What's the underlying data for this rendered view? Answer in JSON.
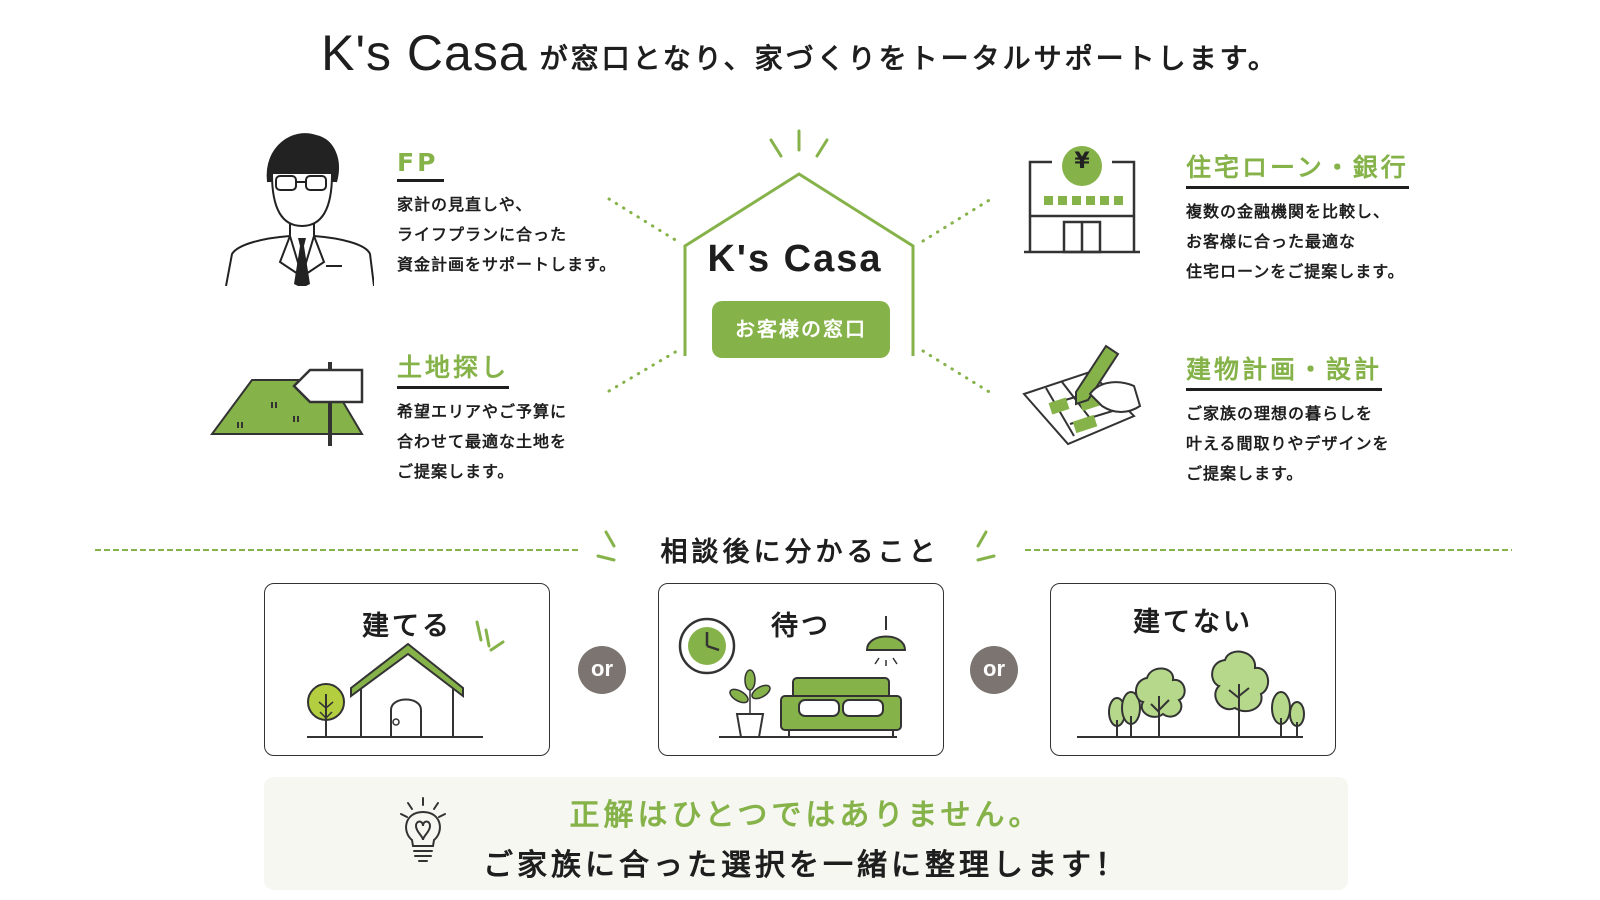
{
  "header": {
    "brand": "K's Casa",
    "text": "が窓口となり、家づくりをトータルサポートします。"
  },
  "center": {
    "brand": "K's Casa",
    "badge": "お客様の窓口"
  },
  "services": {
    "fp": {
      "title": "FP",
      "lines": [
        "家計の見直しや、",
        "ライフプランに合った",
        "資金計画をサポートします。"
      ]
    },
    "land": {
      "title": "土地探し",
      "lines": [
        "希望エリアやご予算に",
        "合わせて最適な土地を",
        "ご提案します。"
      ]
    },
    "loan": {
      "title": "住宅ローン・銀行",
      "icon_text": "¥",
      "lines": [
        "複数の金融機関を比較し、",
        "お客様に合った最適な",
        "住宅ローンをご提案します。"
      ]
    },
    "design": {
      "title": "建物計画・設計",
      "lines": [
        "ご家族の理想の暮らしを",
        "叶える間取りやデザインを",
        "ご提案します。"
      ]
    }
  },
  "section": {
    "title": "相談後に分かること"
  },
  "options": [
    {
      "label": "建てる"
    },
    {
      "label": "待つ"
    },
    {
      "label": "建てない"
    }
  ],
  "or_label": "or",
  "message": {
    "line1": "正解はひとつではありません。",
    "line2": "ご家族に合った選択を一緒に整理します！"
  },
  "colors": {
    "accent": "#86b24a",
    "text": "#1e1e1e",
    "or_circle": "#7b7470",
    "message_bg": "#f5f7f0"
  },
  "icons": [
    "person-icon",
    "land-sign-icon",
    "bank-icon",
    "plan-drawing-icon",
    "house-icon",
    "clock-icon",
    "lamp-icon",
    "sofa-icon",
    "plant-icon",
    "trees-icon",
    "lightbulb-icon"
  ]
}
